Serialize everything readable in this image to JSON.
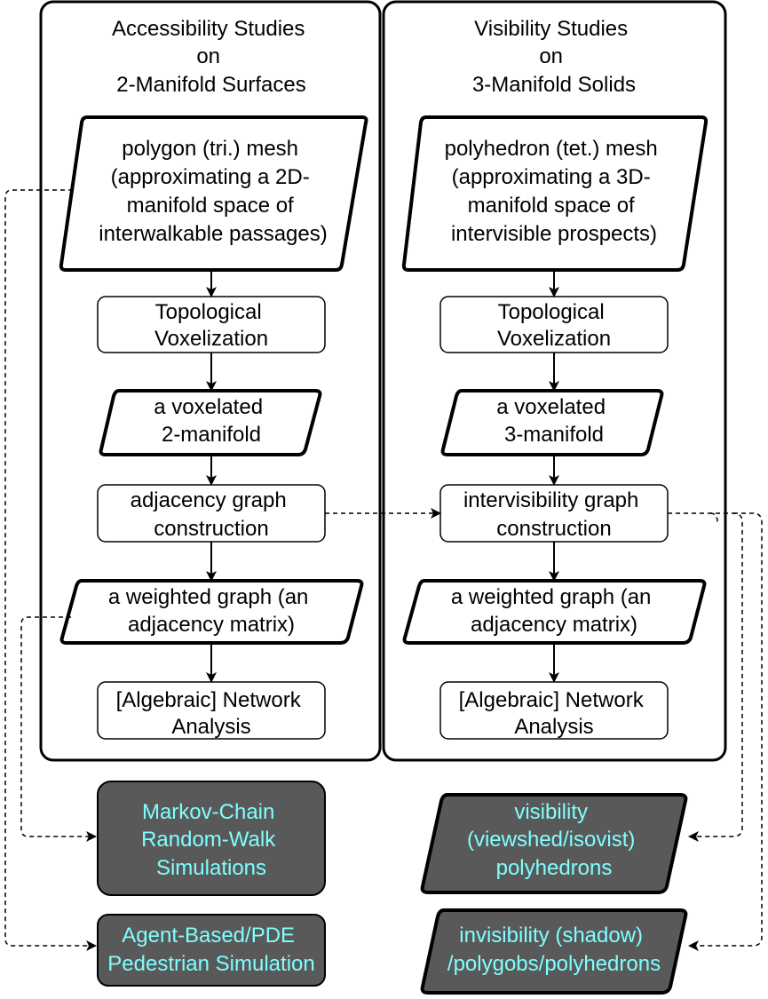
{
  "colors": {
    "stroke": "#000000",
    "output_fill": "#595959",
    "output_text": "#7FFFFF",
    "background": "#FFFFFF"
  },
  "left_panel": {
    "title": [
      "Accessibility Studies",
      "on",
      "2-Manifold Surfaces"
    ],
    "mesh": [
      "polygon (tri.) mesh",
      "(approximating a 2D-",
      "manifold space of",
      "interwalkable passages)"
    ],
    "voxelization": [
      "Topological",
      "Voxelization"
    ],
    "voxelated": [
      "a voxelated",
      "2-manifold"
    ],
    "graph_construction": [
      "adjacency graph",
      "construction"
    ],
    "weighted_graph": [
      "a weighted graph (an",
      "adjacency matrix)"
    ],
    "analysis": [
      "[Algebraic] Network",
      "Analysis"
    ]
  },
  "right_panel": {
    "title": [
      "Visibility Studies",
      "on",
      "3-Manifold Solids"
    ],
    "mesh": [
      "polyhedron (tet.) mesh",
      "(approximating a 3D-",
      "manifold space of",
      "intervisible prospects)"
    ],
    "voxelization": [
      "Topological",
      "Voxelization"
    ],
    "voxelated": [
      "a voxelated",
      "3-manifold"
    ],
    "graph_construction": [
      "intervisibility graph",
      "construction"
    ],
    "weighted_graph": [
      "a weighted graph (an",
      "adjacency matrix)"
    ],
    "analysis": [
      "[Algebraic] Network",
      "Analysis"
    ]
  },
  "outputs": {
    "markov": [
      "Markov-Chain",
      "Random-Walk",
      "Simulations"
    ],
    "agent": [
      "Agent-Based/PDE",
      "Pedestrian Simulation"
    ],
    "visibility": [
      "visibility",
      "(viewshed/isovist)",
      "polyhedrons"
    ],
    "invisibility": [
      "invisibility (shadow)",
      "/polygobs/polyhedrons"
    ]
  }
}
